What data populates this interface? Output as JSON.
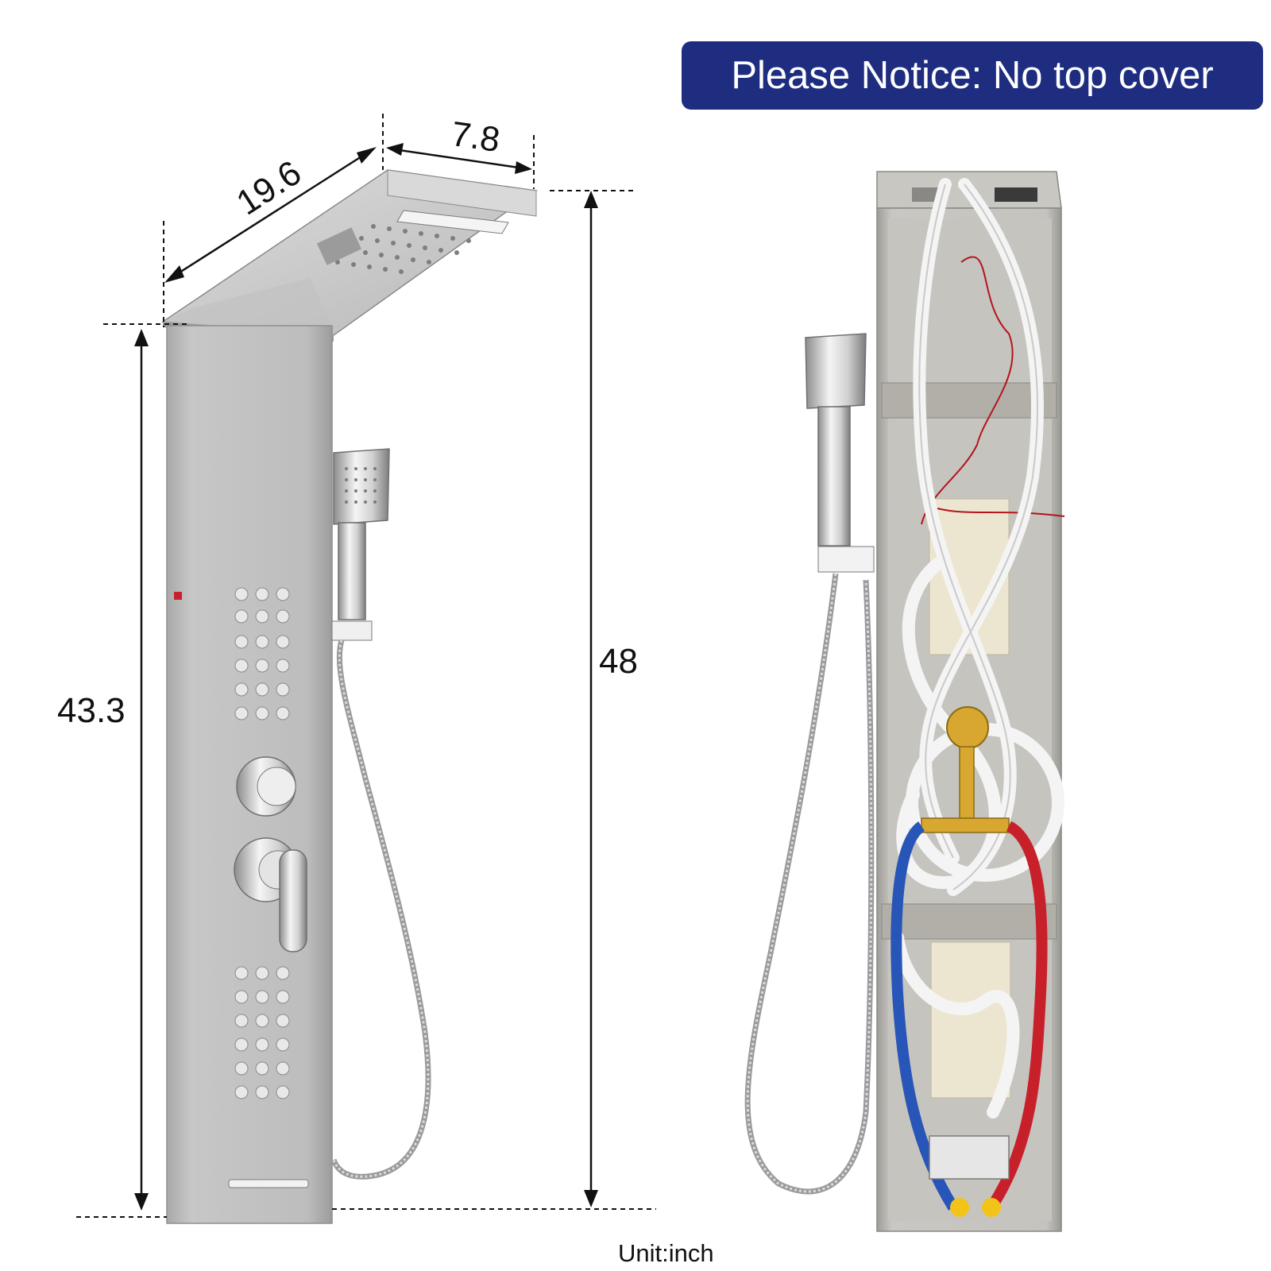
{
  "notice": {
    "text": "Please Notice: No top cover"
  },
  "dimensions": {
    "depth": "7.8",
    "width": "19.6",
    "panel_height": "43.3",
    "total_height": "48"
  },
  "unit": "Unit:inch",
  "colors": {
    "notice_bg": "#1e2d80",
    "steel": "#b9b9b9",
    "hot_pipe": "#c8202a",
    "cold_pipe": "#2855b8",
    "brass": "#d7a72f"
  }
}
